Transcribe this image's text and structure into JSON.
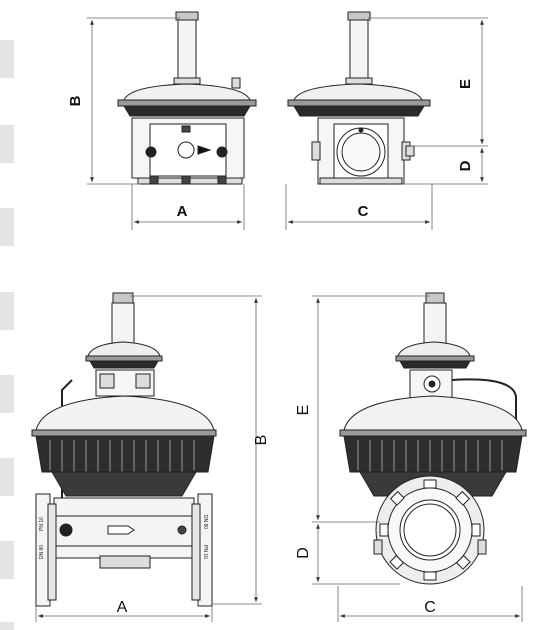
{
  "top_view_left": {
    "width_label": "A",
    "height_label": "B"
  },
  "top_view_right": {
    "width_label": "C",
    "upper_height_label": "E",
    "lower_height_label": "D"
  },
  "bottom_view_left": {
    "width_label": "A",
    "height_label": "B",
    "flange_marks": {
      "left_top": "PN 16",
      "left_bottom": "DN 80",
      "right_top": "DN 80",
      "right_bottom": "PN 16"
    }
  },
  "bottom_view_right": {
    "width_label": "C",
    "upper_height_label": "E",
    "lower_height_label": "D"
  }
}
